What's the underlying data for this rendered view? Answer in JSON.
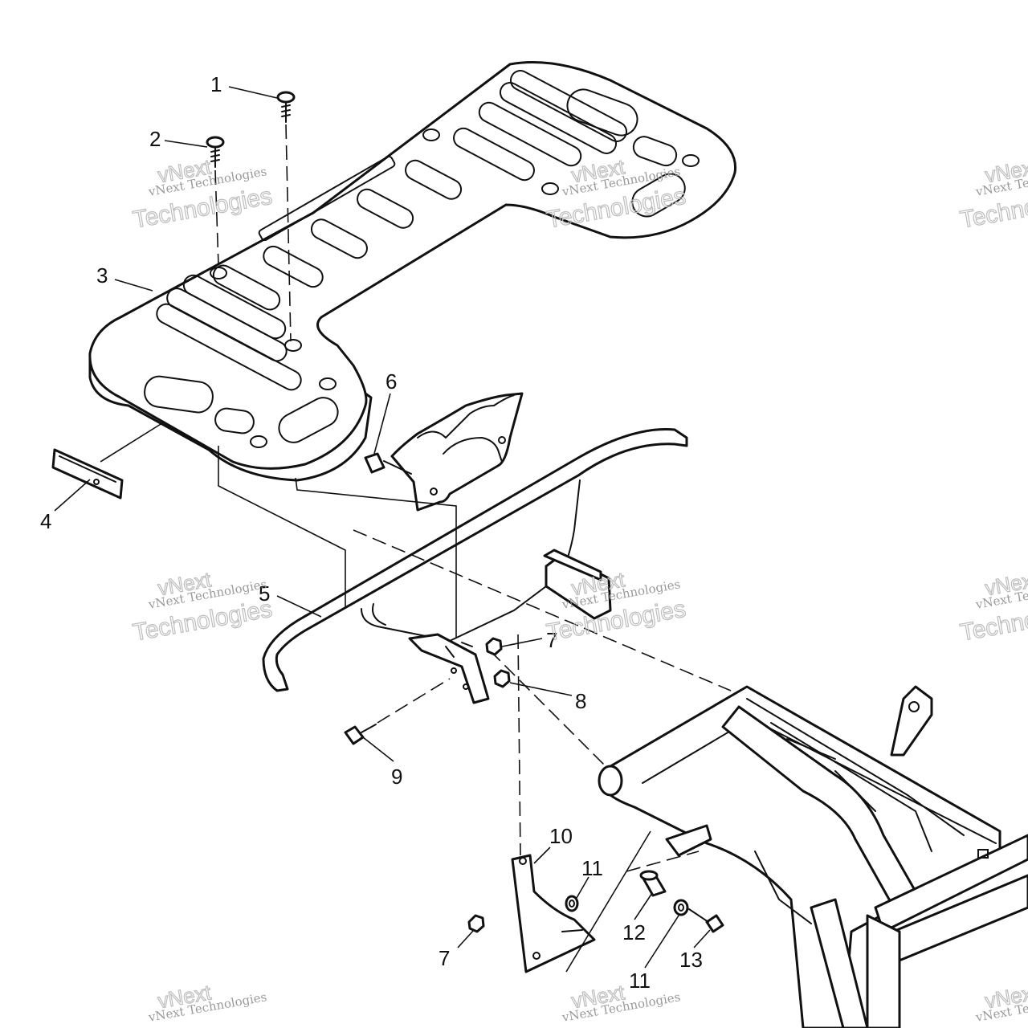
{
  "callouts": [
    {
      "id": "c1",
      "label": "1"
    },
    {
      "id": "c2",
      "label": "2"
    },
    {
      "id": "c3",
      "label": "3"
    },
    {
      "id": "c4",
      "label": "4"
    },
    {
      "id": "c5",
      "label": "5"
    },
    {
      "id": "c6",
      "label": "6"
    },
    {
      "id": "c7a",
      "label": "7"
    },
    {
      "id": "c8",
      "label": "8"
    },
    {
      "id": "c9",
      "label": "9"
    },
    {
      "id": "c10",
      "label": "10"
    },
    {
      "id": "c11a",
      "label": "11"
    },
    {
      "id": "c12",
      "label": "12"
    },
    {
      "id": "c7b",
      "label": "7"
    },
    {
      "id": "c11b",
      "label": "11"
    },
    {
      "id": "c13",
      "label": "13"
    }
  ],
  "watermark": {
    "line1": "vNext Technologies",
    "line2": "Technologies",
    "line3": "vNext"
  }
}
